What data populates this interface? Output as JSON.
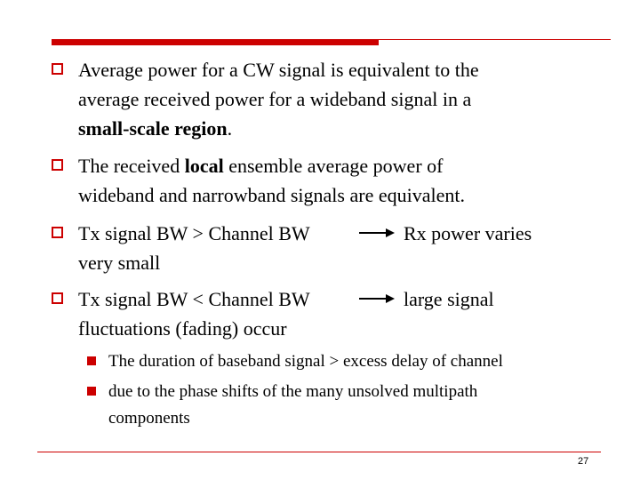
{
  "slide": {
    "bullets": [
      {
        "line1": "Average power for a CW signal is equivalent to the",
        "line2": "average received power for a wideband signal in a",
        "line3_bold": "small-scale region",
        "line3_tail": "."
      },
      {
        "line1_pre": "The received ",
        "line1_bold": "local",
        "line1_post": " ensemble average power of",
        "line2": "wideband and narrowband signals are equivalent."
      },
      {
        "line1": "Tx signal BW > Channel BW",
        "result": "Rx power varies",
        "line2": "very small"
      },
      {
        "line1": "Tx signal BW < Channel BW",
        "result": "large signal",
        "line2": "fluctuations (fading) occur"
      }
    ],
    "sub_bullets": [
      {
        "line1": "The duration of baseband signal > excess delay of channel"
      },
      {
        "line1": "due to the phase shifts of the many unsolved multipath",
        "line2": "components"
      }
    ],
    "page_number": "27",
    "colors": {
      "accent": "#cc0000",
      "text": "#000000"
    },
    "icons": {
      "bullet": "hollow-square",
      "sub_bullet": "filled-square",
      "implies": "right-arrow"
    }
  }
}
